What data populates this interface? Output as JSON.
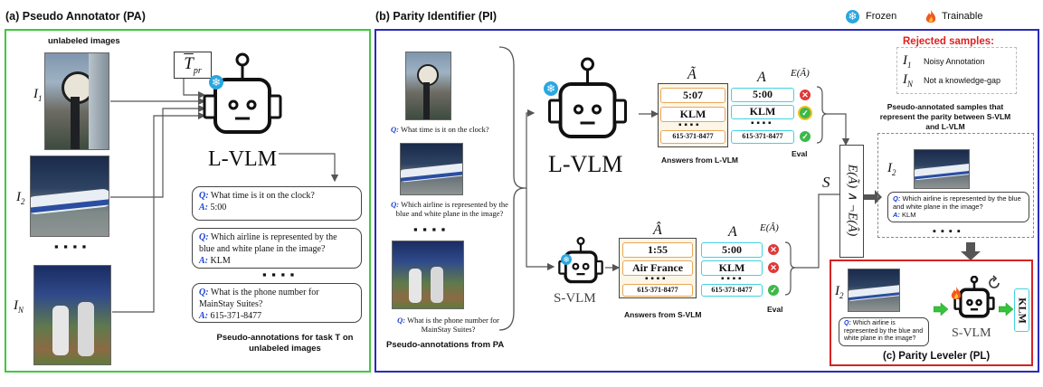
{
  "legend": {
    "frozen": "Frozen",
    "trainable": "Trainable"
  },
  "pa": {
    "title": "(a) Pseudo Annotator (PA)",
    "unlabeled": "unlabeled images",
    "i1": "I",
    "i1_sub": "1",
    "i2": "I",
    "i2_sub": "2",
    "in": "I",
    "in_sub": "N",
    "tpr": "T",
    "tpr_sub": "pr",
    "model": "L-VLM",
    "dots": "▪ ▪ ▪ ▪",
    "qa": [
      {
        "q_label": "Q:",
        "q": "What time is it on the clock?",
        "a_label": "A:",
        "a": "5:00"
      },
      {
        "q_label": "Q:",
        "q": "Which airline is represented by the blue and white plane in the image?",
        "a_label": "A:",
        "a": "KLM"
      },
      {
        "q_label": "Q:",
        "q": "What is the phone number for MainStay Suites?",
        "a_label": "A:",
        "a": "615-371-8477"
      }
    ],
    "caption": "Pseudo-annotations for task T on unlabeled images"
  },
  "pi": {
    "title": "(b) Parity Identifier (PI)",
    "captions": [
      {
        "q_label": "Q:",
        "q": "What time is it on the clock?"
      },
      {
        "q_label": "Q:",
        "q": "Which airline is represented by the blue and white plane in the image?"
      },
      {
        "q_label": "Q:",
        "q": "What is the phone number for MainStay Suites?"
      }
    ],
    "from_pa": "Pseudo-annotations from PA",
    "lvlm": "L-VLM",
    "svlm": "S-VLM",
    "atilde": "Ã",
    "ahat": "Â",
    "a": "A",
    "e_atilde": "E(Ã)",
    "e_ahat": "E(Â)",
    "l_answers": [
      "5:07",
      "KLM",
      "615-371-8477"
    ],
    "l_gt": [
      "5:00",
      "KLM",
      "615-371-8477"
    ],
    "l_eval": [
      "bad",
      "good",
      "good"
    ],
    "s_answers": [
      "1:55",
      "Air France",
      "615-371-8477"
    ],
    "s_gt": [
      "5:00",
      "KLM",
      "615-371-8477"
    ],
    "s_eval": [
      "bad",
      "bad",
      "good"
    ],
    "answers_l": "Answers from L-VLM",
    "answers_s": "Answers from S-VLM",
    "eval": "Eval",
    "s_label": "S",
    "formula": "E(Ã) ∧ ¬E(Â)",
    "rejected_title": "Rejected samples:",
    "rejected": [
      {
        "sym": "I",
        "sub": "1",
        "text": "Noisy Annotation"
      },
      {
        "sym": "I",
        "sub": "N",
        "text": "Not a knowledge-gap"
      }
    ],
    "parity_caption": "Pseudo-annotated samples that represent the parity between S-VLM and L-VLM",
    "parity_i": "I",
    "parity_i_sub": "2",
    "parity_q_label": "Q:",
    "parity_q": "Which airline is represented by the blue and white plane in the image?",
    "parity_a_label": "A:",
    "parity_a": "KLM"
  },
  "pl": {
    "title": "(c) Parity Leveler (PL)",
    "i": "I",
    "i_sub": "2",
    "q_label": "Q:",
    "q": "Which airline is represented by the blue and white plane in the image?",
    "model": "S-VLM",
    "output": "KLM"
  },
  "colors": {
    "pa_border": "#3ec93e",
    "pi_border": "#2a2ab8",
    "pl_border": "#d62222",
    "question_blue": "#1a3fd6",
    "rejected_red": "#e02020"
  }
}
